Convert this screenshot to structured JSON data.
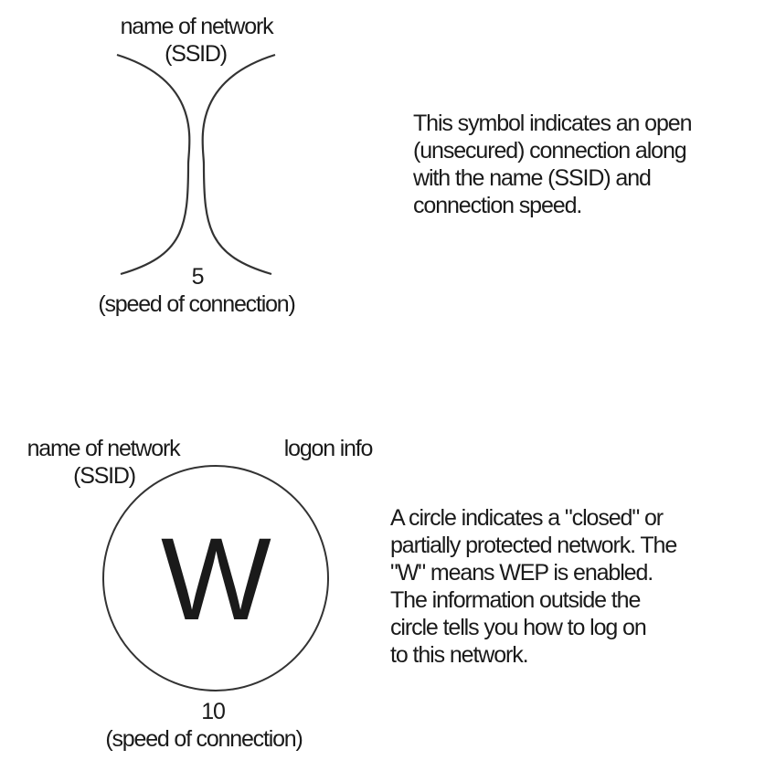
{
  "open_symbol": {
    "name_label": "name of network",
    "ssid_label": "(SSID)",
    "speed_value": "5",
    "speed_label": "(speed of connection)",
    "description": "This symbol indicates an open\n(unsecured) connection along\nwith the name (SSID) and\nconnection speed."
  },
  "closed_symbol": {
    "name_label": "name of network",
    "ssid_label": "(SSID)",
    "logon_label": "logon info",
    "center_letter": "W",
    "speed_value": "10",
    "speed_label": "(speed of connection)",
    "description": "A circle indicates a \"closed\" or\npartially protected network. The\n\"W\" means WEP is enabled.\nThe information outside the\ncircle tells you how to log on\nto this network."
  },
  "colors": {
    "stroke": "#333333",
    "text": "#1a1a1a",
    "background": "#ffffff"
  }
}
